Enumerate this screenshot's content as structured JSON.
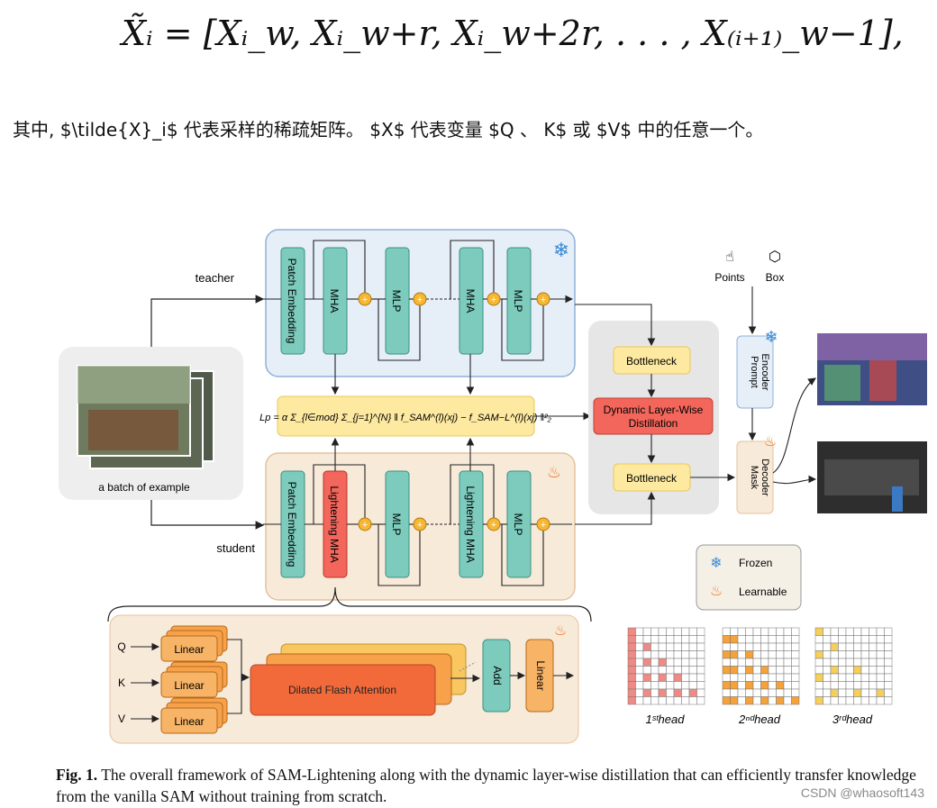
{
  "formula": {
    "lhs": "X̃ᵢ = ",
    "body": "[Xᵢ_w, Xᵢ_w+r, Xᵢ_w+2r, . . . , X₍ᵢ₊₁₎_w−1],"
  },
  "description_zh": "其中, $\\tilde{X}_i$ 代表采样的稀疏矩阵。 $X$ 代表变量 $Q 、 K$ 或 $V$ 中的任意一个。",
  "figure": {
    "teacher_label": "teacher",
    "student_label": "student",
    "batch_label": "a batch of example",
    "teacher_blocks": [
      "Patch Embedding",
      "MHA",
      "MLP",
      "MHA",
      "MLP"
    ],
    "student_blocks": [
      "Patch Embedding",
      "Lightening MHA",
      "MLP",
      "Lightening MHA",
      "MLP"
    ],
    "loss_formula": "Lp = α Σ_{l∈mod} Σ_{j=1}^{N} ‖ f_SAM^(l)(xj) − f_SAM−L^(l)(xj) ‖²₂",
    "bottleneck_top": "Bottleneck",
    "bottleneck_bottom": "Bottleneck",
    "distill_line1": "Dynamic Layer-Wise",
    "distill_line2": "Distillation",
    "points_label": "Points",
    "box_label": "Box",
    "prompt_encoder_line1": "Prompt",
    "prompt_encoder_line2": "Encoder",
    "mask_decoder_line1": "Mask",
    "mask_decoder_line2": "Decoder",
    "legend_frozen": "Frozen",
    "legend_learnable": "Learnable",
    "inputs": [
      "Q",
      "K",
      "V"
    ],
    "linear_label": "Linear",
    "dilated_label": "Dilated Flash Attention",
    "add_label": "Add",
    "linear_out_label": "Linear",
    "head_labels": [
      "1ˢᵗhead",
      "2ⁿᵈhead",
      "3ʳᵈhead"
    ],
    "colors": {
      "teal": "#7ccbbd",
      "red": "#f2665c",
      "orange": "#f7a24a",
      "yellow": "#fde9a0",
      "teacher_bg": "#e6eef8",
      "student_bg": "#f8ead9",
      "grid_red": "#f08a84",
      "grid_orange": "#f5a23a",
      "grid_yellow": "#f5cf5a"
    }
  },
  "caption": {
    "prefix": "Fig. 1.",
    "text": " The overall framework of SAM-Lightening along with the dynamic layer-wise distillation that can efficiently transfer knowledge from the vanilla SAM without training from scratch."
  },
  "watermark": "CSDN @whaosoft143"
}
